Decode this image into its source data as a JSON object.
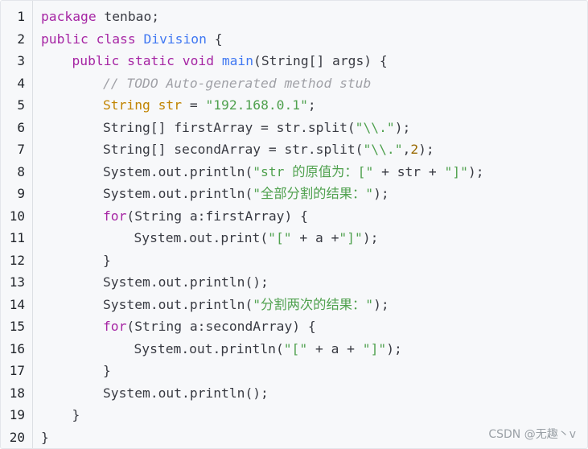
{
  "colors": {
    "keyword": "#a626a4",
    "function": "#4078f2",
    "string": "#50a14f",
    "comment": "#a0a1a7",
    "type": "#c18401",
    "number": "#986801",
    "plain": "#383a42",
    "gutter_text": "#1f2329",
    "background": "#f7f8fa"
  },
  "code": {
    "lines": [
      {
        "number": "1",
        "indent": 0,
        "tokens": [
          {
            "t": "kw",
            "v": "package"
          },
          {
            "t": "pl",
            "v": " tenbao;"
          }
        ]
      },
      {
        "number": "2",
        "indent": 0,
        "tokens": [
          {
            "t": "kw",
            "v": "public"
          },
          {
            "t": "pl",
            "v": " "
          },
          {
            "t": "kw",
            "v": "class"
          },
          {
            "t": "pl",
            "v": " "
          },
          {
            "t": "fn",
            "v": "Division"
          },
          {
            "t": "pl",
            "v": " {"
          }
        ]
      },
      {
        "number": "3",
        "indent": 1,
        "tokens": [
          {
            "t": "kw",
            "v": "public"
          },
          {
            "t": "pl",
            "v": " "
          },
          {
            "t": "kw",
            "v": "static"
          },
          {
            "t": "pl",
            "v": " "
          },
          {
            "t": "kw",
            "v": "void"
          },
          {
            "t": "pl",
            "v": " "
          },
          {
            "t": "fn",
            "v": "main"
          },
          {
            "t": "pl",
            "v": "(String[] args) {"
          }
        ]
      },
      {
        "number": "4",
        "indent": 2,
        "tokens": [
          {
            "t": "cmt",
            "v": "// TODO Auto-generated method stub"
          }
        ]
      },
      {
        "number": "5",
        "indent": 2,
        "tokens": [
          {
            "t": "ty",
            "v": "String str"
          },
          {
            "t": "pl",
            "v": " = "
          },
          {
            "t": "str",
            "v": "\"192.168.0.1\""
          },
          {
            "t": "pl",
            "v": ";"
          }
        ]
      },
      {
        "number": "6",
        "indent": 2,
        "tokens": [
          {
            "t": "pl",
            "v": "String[] firstArray = str.split("
          },
          {
            "t": "str",
            "v": "\"\\\\.\""
          },
          {
            "t": "pl",
            "v": ");"
          }
        ]
      },
      {
        "number": "7",
        "indent": 2,
        "tokens": [
          {
            "t": "pl",
            "v": "String[] secondArray = str.split("
          },
          {
            "t": "str",
            "v": "\"\\\\.\""
          },
          {
            "t": "pl",
            "v": ","
          },
          {
            "t": "num",
            "v": "2"
          },
          {
            "t": "pl",
            "v": ");"
          }
        ]
      },
      {
        "number": "8",
        "indent": 2,
        "tokens": [
          {
            "t": "pl",
            "v": "System.out.println("
          },
          {
            "t": "str",
            "v": "\"str 的原值为：[\""
          },
          {
            "t": "pl",
            "v": " + str + "
          },
          {
            "t": "str",
            "v": "\"]\""
          },
          {
            "t": "pl",
            "v": ");"
          }
        ]
      },
      {
        "number": "9",
        "indent": 2,
        "tokens": [
          {
            "t": "pl",
            "v": "System.out.println("
          },
          {
            "t": "str",
            "v": "\"全部分割的结果：\""
          },
          {
            "t": "pl",
            "v": ");"
          }
        ]
      },
      {
        "number": "10",
        "indent": 2,
        "tokens": [
          {
            "t": "kw",
            "v": "for"
          },
          {
            "t": "pl",
            "v": "(String a:firstArray) {"
          }
        ]
      },
      {
        "number": "11",
        "indent": 3,
        "tokens": [
          {
            "t": "pl",
            "v": "System.out.print("
          },
          {
            "t": "str",
            "v": "\"[\""
          },
          {
            "t": "pl",
            "v": " + a +"
          },
          {
            "t": "str",
            "v": "\"]\""
          },
          {
            "t": "pl",
            "v": ");"
          }
        ]
      },
      {
        "number": "12",
        "indent": 2,
        "tokens": [
          {
            "t": "pl",
            "v": "}"
          }
        ]
      },
      {
        "number": "13",
        "indent": 2,
        "tokens": [
          {
            "t": "pl",
            "v": "System.out.println();"
          }
        ]
      },
      {
        "number": "14",
        "indent": 2,
        "tokens": [
          {
            "t": "pl",
            "v": "System.out.println("
          },
          {
            "t": "str",
            "v": "\"分割两次的结果：\""
          },
          {
            "t": "pl",
            "v": ");"
          }
        ]
      },
      {
        "number": "15",
        "indent": 2,
        "tokens": [
          {
            "t": "kw",
            "v": "for"
          },
          {
            "t": "pl",
            "v": "(String a:secondArray) {"
          }
        ]
      },
      {
        "number": "16",
        "indent": 3,
        "tokens": [
          {
            "t": "pl",
            "v": "System.out.println("
          },
          {
            "t": "str",
            "v": "\"[\""
          },
          {
            "t": "pl",
            "v": " + a + "
          },
          {
            "t": "str",
            "v": "\"]\""
          },
          {
            "t": "pl",
            "v": ");"
          }
        ]
      },
      {
        "number": "17",
        "indent": 2,
        "tokens": [
          {
            "t": "pl",
            "v": "}"
          }
        ]
      },
      {
        "number": "18",
        "indent": 2,
        "tokens": [
          {
            "t": "pl",
            "v": "System.out.println();"
          }
        ]
      },
      {
        "number": "19",
        "indent": 1,
        "tokens": [
          {
            "t": "pl",
            "v": "}"
          }
        ]
      },
      {
        "number": "20",
        "indent": 0,
        "tokens": [
          {
            "t": "pl",
            "v": "}"
          }
        ]
      }
    ]
  },
  "watermark": {
    "text": "CSDN @无趣丶v"
  }
}
